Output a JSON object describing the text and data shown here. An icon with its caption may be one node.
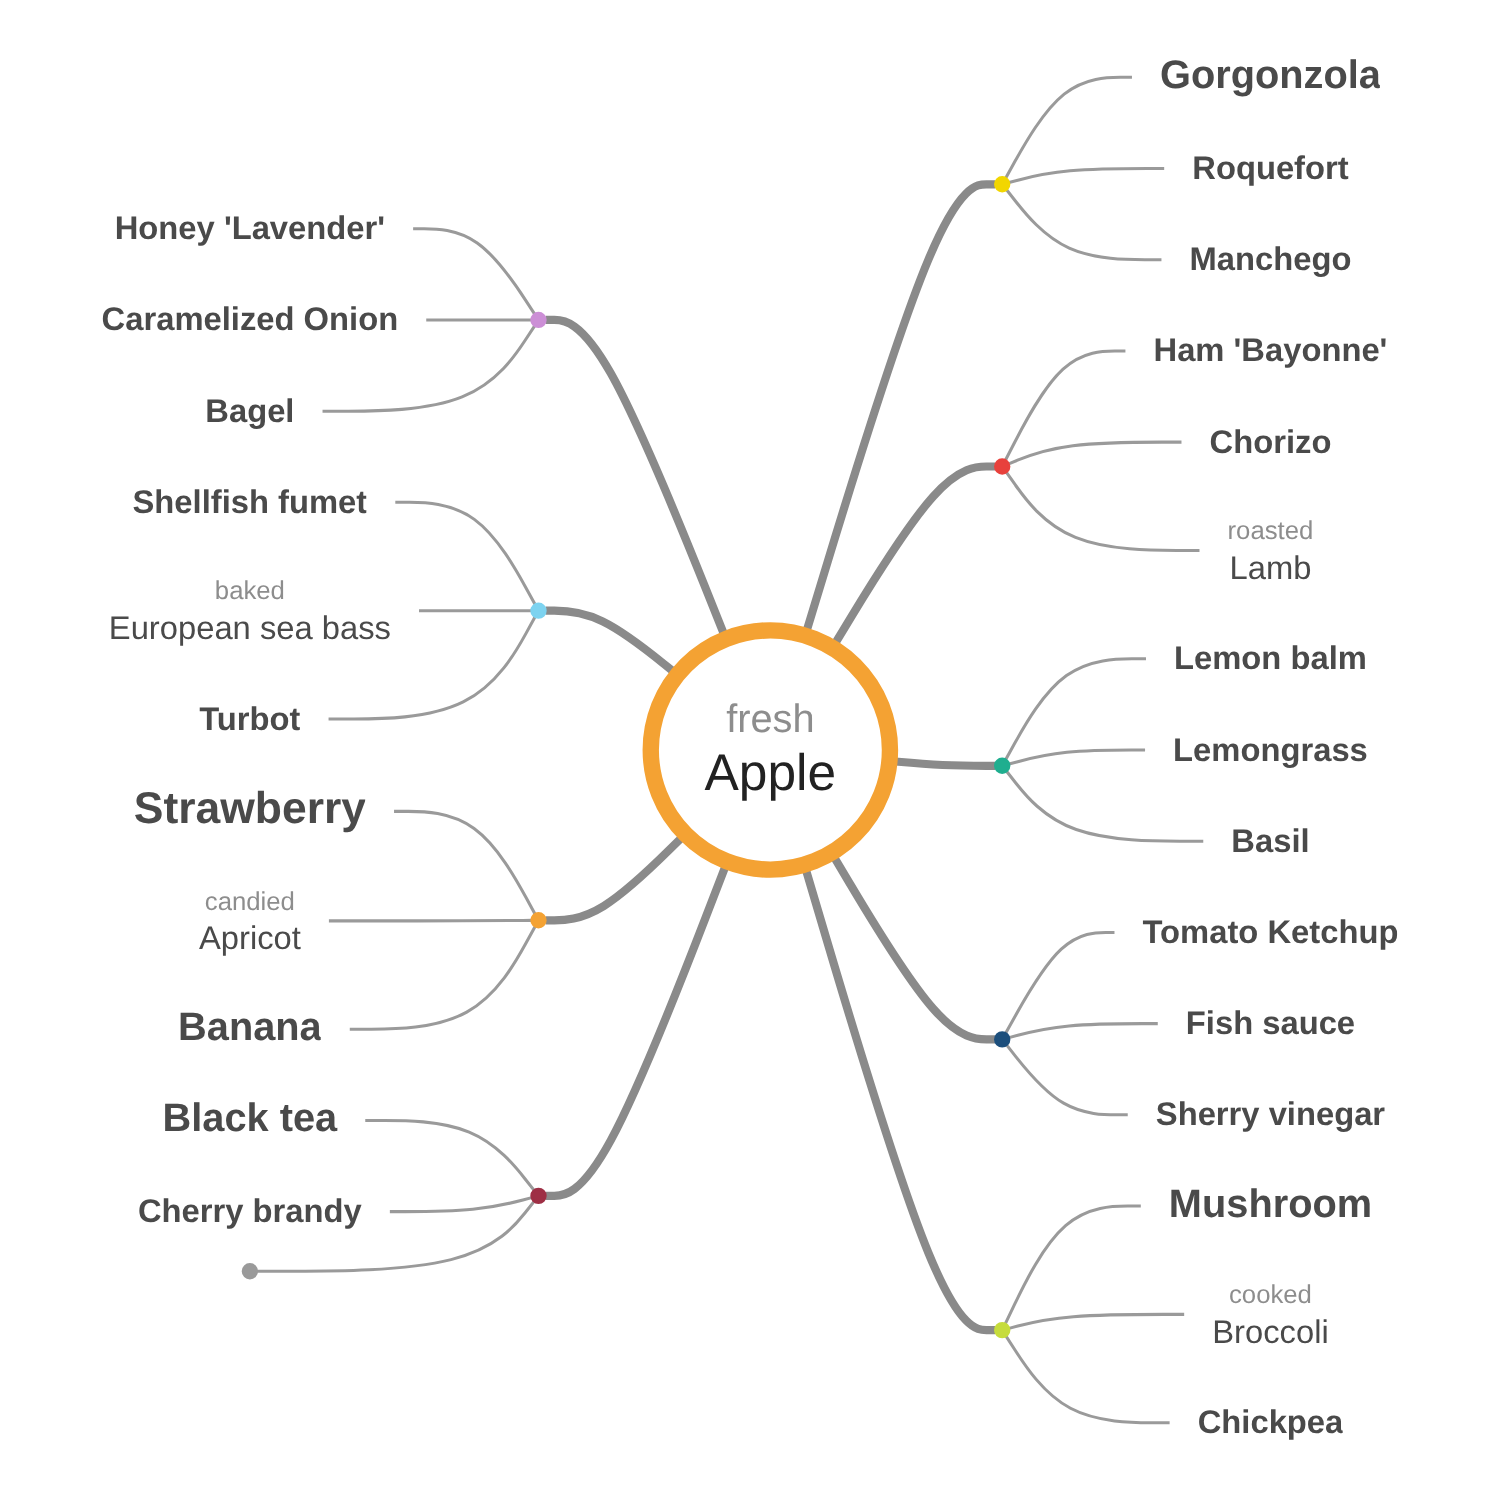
{
  "diagram": {
    "nodes": [
      {
        "text": [
          "fresh",
          "Apple"
        ]
      },
      {
        "text": [],
        "shape": "circle"
      },
      {
        "text": [
          "Gorgonzola"
        ]
      },
      {
        "text": [
          "Roquefort"
        ]
      },
      {
        "text": [
          "Manchego"
        ]
      },
      {
        "text": [],
        "shape": "circle"
      },
      {
        "text": [
          "Ham 'Bayonne'"
        ]
      },
      {
        "text": [
          "Chorizo"
        ]
      },
      {
        "text": [
          "roasted",
          "Lamb"
        ]
      },
      {
        "text": [],
        "shape": "circle"
      },
      {
        "text": [
          "Lemon balm"
        ]
      },
      {
        "text": [
          "Lemongrass"
        ]
      },
      {
        "text": [
          "Basil"
        ]
      },
      {
        "text": [],
        "shape": "circle"
      },
      {
        "text": [
          "Tomato Ketchup"
        ]
      },
      {
        "text": [
          "Fish sauce"
        ]
      },
      {
        "text": [
          "Sherry vinegar"
        ]
      },
      {
        "text": [],
        "shape": "circle"
      },
      {
        "text": [
          "Mushroom"
        ]
      },
      {
        "text": [
          "cooked",
          "Broccoli"
        ]
      },
      {
        "text": [
          "Chickpea"
        ]
      },
      {
        "text": [],
        "shape": "circle"
      },
      {
        "text": [
          "Honey 'Lavender'"
        ]
      },
      {
        "text": [
          "Caramelized Onion"
        ]
      },
      {
        "text": [
          "Bagel"
        ]
      },
      {
        "text": [],
        "shape": "circle"
      },
      {
        "text": [
          "Shellfish fumet"
        ]
      },
      {
        "text": [
          "baked",
          "European sea bass"
        ]
      },
      {
        "text": [
          "Turbot"
        ]
      },
      {
        "text": [],
        "shape": "circle"
      },
      {
        "text": [
          "Strawberry"
        ]
      },
      {
        "text": [
          "candied",
          "Apricot"
        ]
      },
      {
        "text": [
          "Banana"
        ]
      },
      {
        "text": [],
        "shape": "circle"
      },
      {
        "text": [
          "Black tea"
        ]
      },
      {
        "text": [
          "Cherry brandy"
        ]
      },
      {
        "text": [],
        "shape": "circle"
      }
    ],
    "edges": [
      {
        "from": 0,
        "to": 1,
        "arrow": "none",
        "style": "thick"
      },
      {
        "from": 1,
        "to": 2,
        "arrow": "none"
      },
      {
        "from": 1,
        "to": 3,
        "arrow": "none"
      },
      {
        "from": 1,
        "to": 4,
        "arrow": "none"
      },
      {
        "from": 0,
        "to": 5,
        "arrow": "none",
        "style": "thick"
      },
      {
        "from": 5,
        "to": 6,
        "arrow": "none"
      },
      {
        "from": 5,
        "to": 7,
        "arrow": "none"
      },
      {
        "from": 5,
        "to": 8,
        "arrow": "none"
      },
      {
        "from": 0,
        "to": 9,
        "arrow": "none",
        "style": "thick"
      },
      {
        "from": 9,
        "to": 10,
        "arrow": "none"
      },
      {
        "from": 9,
        "to": 11,
        "arrow": "none"
      },
      {
        "from": 9,
        "to": 12,
        "arrow": "none"
      },
      {
        "from": 0,
        "to": 13,
        "arrow": "none",
        "style": "thick"
      },
      {
        "from": 13,
        "to": 14,
        "arrow": "none"
      },
      {
        "from": 13,
        "to": 15,
        "arrow": "none"
      },
      {
        "from": 13,
        "to": 16,
        "arrow": "none"
      },
      {
        "from": 0,
        "to": 17,
        "arrow": "none",
        "style": "thick"
      },
      {
        "from": 17,
        "to": 18,
        "arrow": "none"
      },
      {
        "from": 17,
        "to": 19,
        "arrow": "none"
      },
      {
        "from": 17,
        "to": 20,
        "arrow": "none"
      },
      {
        "from": 21,
        "to": 0,
        "arrow": "none",
        "style": "thick"
      },
      {
        "from": 22,
        "to": 21,
        "arrow": "none"
      },
      {
        "from": 23,
        "to": 21,
        "arrow": "none"
      },
      {
        "from": 24,
        "to": 21,
        "arrow": "none"
      },
      {
        "from": 25,
        "to": 0,
        "arrow": "none",
        "style": "thick"
      },
      {
        "from": 26,
        "to": 25,
        "arrow": "none"
      },
      {
        "from": 27,
        "to": 25,
        "arrow": "none"
      },
      {
        "from": 28,
        "to": 25,
        "arrow": "none"
      },
      {
        "from": 29,
        "to": 0,
        "arrow": "none",
        "style": "thick"
      },
      {
        "from": 30,
        "to": 29,
        "arrow": "none"
      },
      {
        "from": 31,
        "to": 29,
        "arrow": "none"
      },
      {
        "from": 32,
        "to": 29,
        "arrow": "none"
      },
      {
        "from": 33,
        "to": 0,
        "arrow": "none",
        "style": "thick"
      },
      {
        "from": 34,
        "to": 33,
        "arrow": "none"
      },
      {
        "from": 35,
        "to": 33,
        "arrow": "none"
      },
      {
        "from": 36,
        "to": 33,
        "arrow": "none"
      }
    ]
  }
}
